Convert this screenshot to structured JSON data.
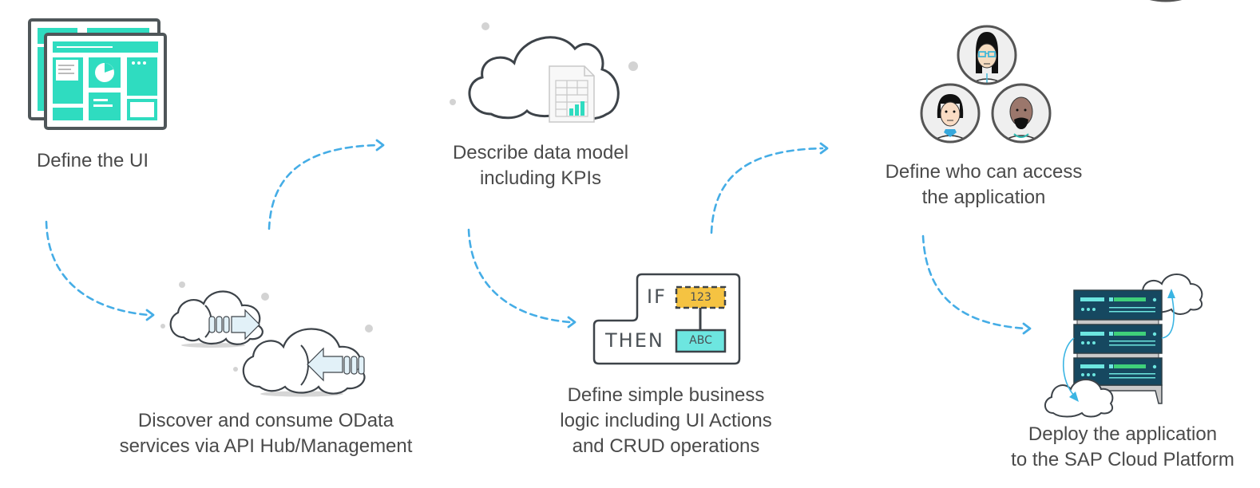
{
  "diagram": {
    "title": "SAP Cloud Platform application development flow",
    "colors": {
      "accent_teal": "#2fdcc0",
      "outline_dark": "#3d4349",
      "arrow_blue": "#45ade6",
      "arrow_fill_light": "#e2f1f8",
      "logic_yellow": "#f5c342",
      "logic_cyan": "#6de6e0",
      "server_navy": "#164860",
      "server_green": "#3fd07a",
      "text_gray": "#4a4a4a"
    },
    "steps": [
      {
        "id": "define-ui",
        "icon": "ui-screens-icon",
        "lines": [
          "Define the UI"
        ]
      },
      {
        "id": "odata",
        "icon": "cloud-exchange-icon",
        "lines": [
          "Discover and consume OData",
          "services via API Hub/Management"
        ]
      },
      {
        "id": "data-model",
        "icon": "cloud-data-model-icon",
        "lines": [
          "Describe data model",
          "including KPIs"
        ]
      },
      {
        "id": "business-logic",
        "icon": "if-then-logic-icon",
        "lines": [
          "Define simple business",
          "logic including UI Actions",
          "and CRUD operations"
        ]
      },
      {
        "id": "access",
        "icon": "users-group-icon",
        "lines": [
          "Define who can access",
          "the application"
        ]
      },
      {
        "id": "deploy",
        "icon": "server-cloud-icon",
        "lines": [
          "Deploy the application",
          "to the SAP Cloud Platform"
        ]
      }
    ],
    "logic_icon": {
      "if_label": "IF",
      "then_label": "THEN",
      "condition_value": "123",
      "result_value": "ABC"
    },
    "connectors": [
      {
        "from": "define-ui",
        "to": "odata"
      },
      {
        "from": "odata",
        "to": "data-model"
      },
      {
        "from": "data-model",
        "to": "business-logic"
      },
      {
        "from": "business-logic",
        "to": "access"
      },
      {
        "from": "access",
        "to": "deploy"
      }
    ]
  }
}
